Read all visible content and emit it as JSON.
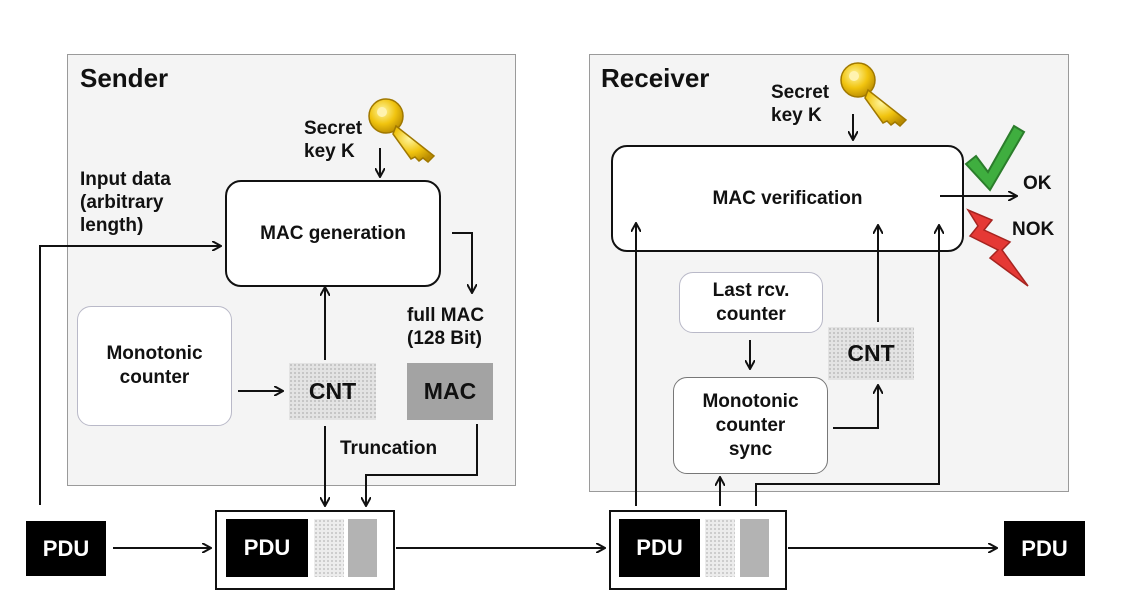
{
  "sender": {
    "title": "Sender",
    "secret_key_line1": "Secret",
    "secret_key_line2": "key K",
    "input_line1": "Input data",
    "input_line2": "(arbitrary",
    "input_line3": "length)",
    "mac_generation": "MAC generation",
    "monotonic_line1": "Monotonic",
    "monotonic_line2": "counter",
    "cnt": "CNT",
    "full_mac_line1": "full MAC",
    "full_mac_line2": "(128 Bit)",
    "mac": "MAC",
    "truncation": "Truncation"
  },
  "receiver": {
    "title": "Receiver",
    "secret_key_line1": "Secret",
    "secret_key_line2": "key K",
    "mac_verification": "MAC verification",
    "ok": "OK",
    "nok": "NOK",
    "last_rcv_line1": "Last rcv.",
    "last_rcv_line2": "counter",
    "cnt": "CNT",
    "sync_line1": "Monotonic",
    "sync_line2": "counter",
    "sync_line3": "sync"
  },
  "pdu": {
    "input": "PDU",
    "secured_sender": "PDU",
    "secured_receiver": "PDU",
    "output": "PDU"
  },
  "colors": {
    "key_gold": "#f1c40f",
    "check_green": "#3fae3f",
    "lightning_red": "#e53935"
  },
  "icons": {
    "sender_key": "key-icon",
    "receiver_key": "key-icon",
    "ok_mark": "checkmark-icon",
    "nok_mark": "lightning-icon"
  }
}
